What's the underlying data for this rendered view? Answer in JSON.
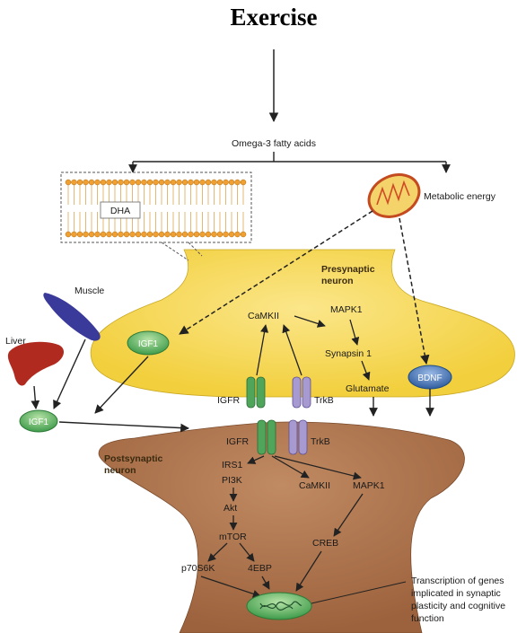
{
  "title": "Exercise",
  "labels": {
    "omega3": "Omega-3 fatty acids",
    "dha": "DHA",
    "metabolic_energy": "Metabolic energy",
    "muscle": "Muscle",
    "liver": "Liver",
    "presynaptic_1": "Presynaptic",
    "presynaptic_2": "neuron",
    "postsynaptic_1": "Postsynaptic",
    "postsynaptic_2": "neuron",
    "igf1_pre": "IGF1",
    "igf1_blood": "IGF1",
    "bdnf": "BDNF",
    "camkii_pre": "CaMKII",
    "mapk1_pre": "MAPK1",
    "synapsin1": "Synapsin 1",
    "glutamate": "Glutamate",
    "igfr_pre": "IGFR",
    "trkb_pre": "TrkB",
    "igfr_post": "IGFR",
    "trkb_post": "TrkB",
    "irs1": "IRS1",
    "pi3k": "PI3K",
    "akt": "Akt",
    "mtor": "mTOR",
    "p70s6k": "p70S6K",
    "ebp4": "4EBP",
    "camkii_post": "CaMKII",
    "mapk1_post": "MAPK1",
    "creb": "CREB",
    "transcription_1": "Transcription of genes",
    "transcription_2": "implicated in synaptic",
    "transcription_3": "plasticity and cognitive",
    "transcription_4": "function"
  },
  "colors": {
    "presynaptic_fill": "#f5d64a",
    "postsynaptic_fill": "#a9714a",
    "receptor_igfr": "#4fa65a",
    "receptor_trkb": "#a79ad1",
    "igf1_oval": "#4caf50",
    "bdnf_oval": "#3f6fb5",
    "lipid_head": "#f0a030",
    "muscle": "#3a3a9a",
    "liver": "#b02a20"
  }
}
